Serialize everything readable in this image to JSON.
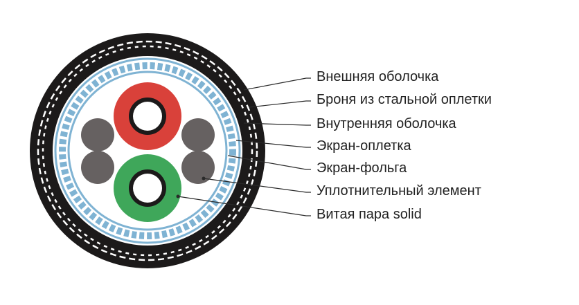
{
  "labels": [
    "Внешняя оболочка",
    "Броня из стальной оплетки",
    "Внутренняя оболочка",
    "Экран-оплетка",
    "Экран-фольга",
    "Уплотнительный элемент",
    "Витая пара solid"
  ],
  "colors": {
    "jacket": "#1c1a1a",
    "armor_light": "#ffffff",
    "braid": "#7fb3d3",
    "pair_red": "#d9413a",
    "pair_green": "#3fa75a",
    "filler": "#666161",
    "leader": "#2a2a2a"
  }
}
